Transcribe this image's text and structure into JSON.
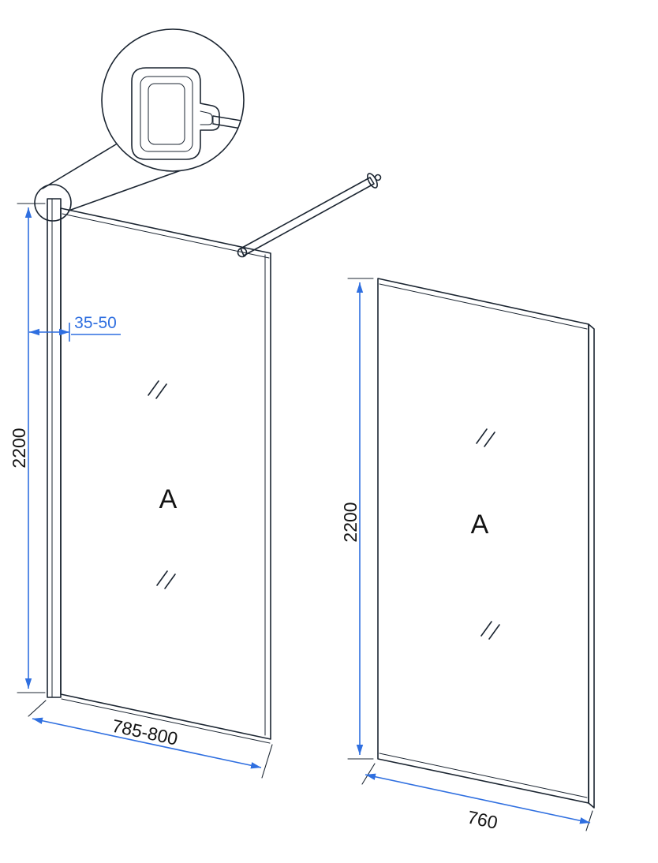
{
  "labels": {
    "profile_adjustment": "35-50",
    "front_height": "2200",
    "front_width": "785-800",
    "side_height": "2200",
    "side_width": "760",
    "glass_marker_front": "A",
    "glass_marker_side": "A"
  },
  "colors": {
    "line": "#1b2531",
    "dimension": "#2f6fe0",
    "text": "#131313",
    "accent_text": "#2f6fe0",
    "glass_tint": "#e3ecf2",
    "background": "#ffffff"
  }
}
